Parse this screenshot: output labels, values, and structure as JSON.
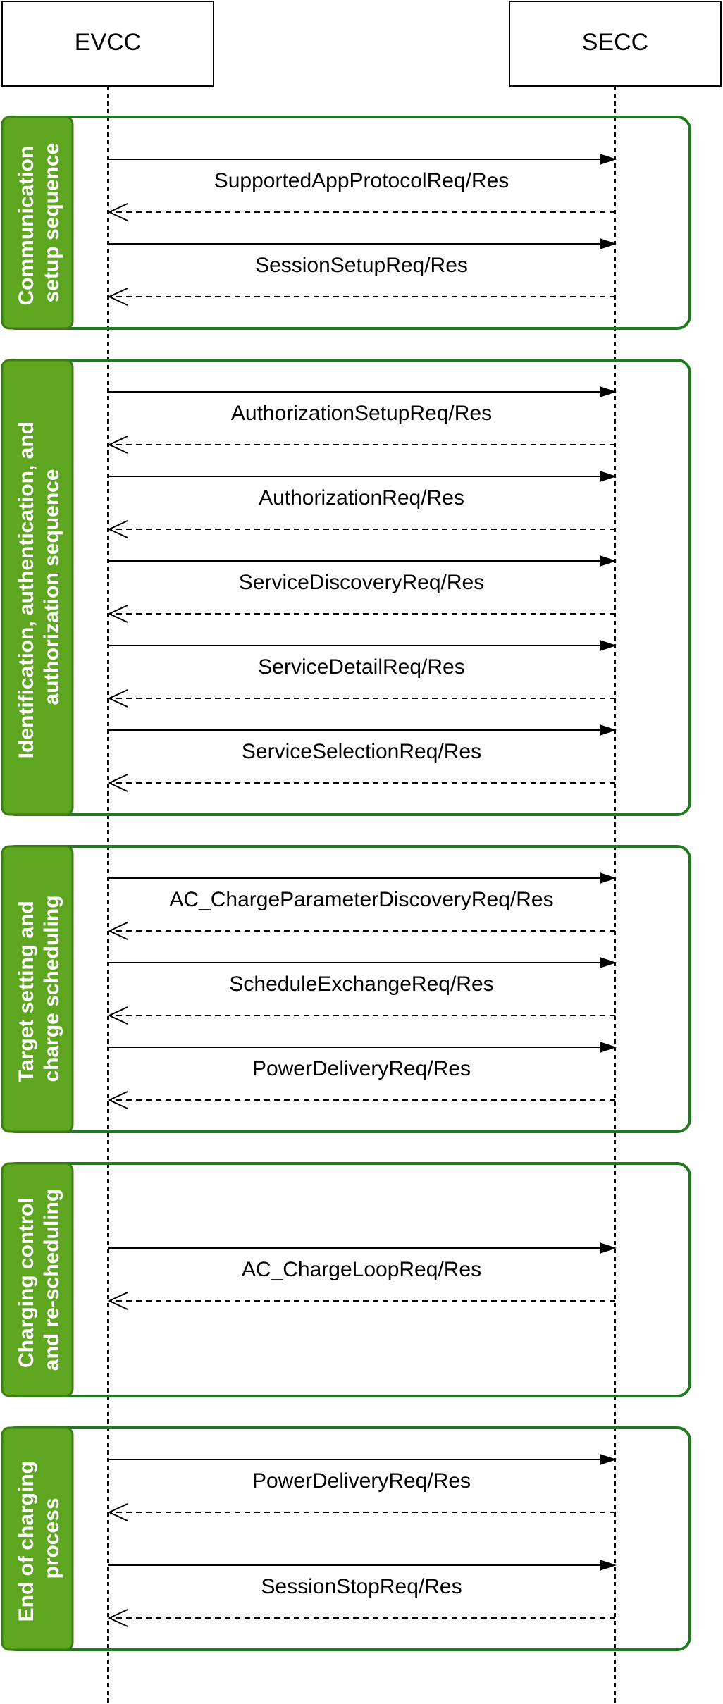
{
  "actors": {
    "left": "EVCC",
    "right": "SECC"
  },
  "colors": {
    "group_border": "#1f7a1f",
    "label_fill": "#5ea520",
    "label_border": "#3d7e14",
    "label_text": "#ffffff",
    "arrow": "#000000"
  },
  "sections": [
    {
      "title_lines": [
        "Communication",
        "setup sequence"
      ],
      "messages": [
        "SupportedAppProtocolReq/Res",
        "SessionSetupReq/Res"
      ]
    },
    {
      "title_lines": [
        "Identification, authentication, and",
        "authorization sequence"
      ],
      "messages": [
        "AuthorizationSetupReq/Res",
        "AuthorizationReq/Res",
        "ServiceDiscoveryReq/Res",
        "ServiceDetailReq/Res",
        "ServiceSelectionReq/Res"
      ]
    },
    {
      "title_lines": [
        "Target setting and",
        "charge scheduling"
      ],
      "messages": [
        "AC_ChargeParameterDiscoveryReq/Res",
        "ScheduleExchangeReq/Res",
        "PowerDeliveryReq/Res"
      ]
    },
    {
      "title_lines": [
        "Charging control",
        "and re-scheduling"
      ],
      "messages": [
        "AC_ChargeLoopReq/Res"
      ]
    },
    {
      "title_lines": [
        "End of charging",
        "process"
      ],
      "messages": [
        "PowerDeliveryReq/Res",
        "SessionStopReq/Res"
      ]
    }
  ]
}
